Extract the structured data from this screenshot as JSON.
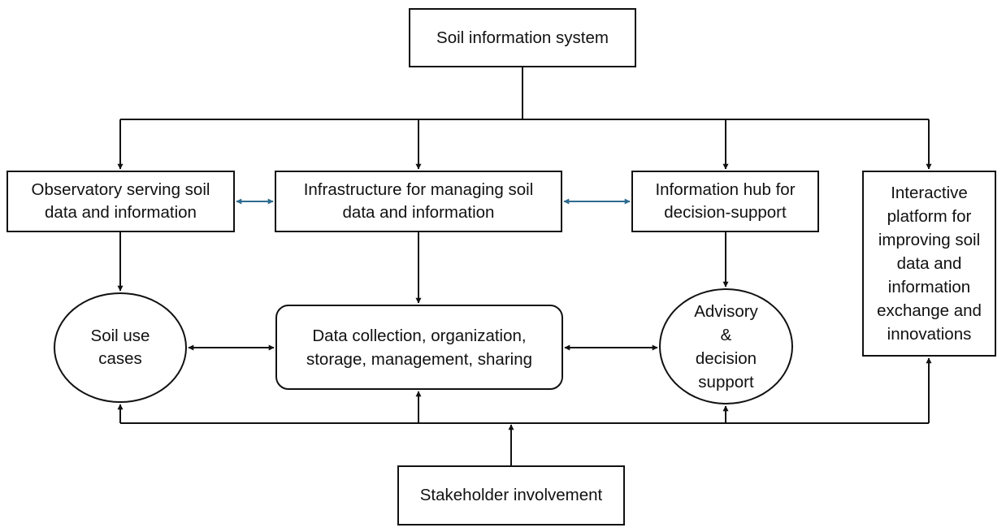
{
  "nodes": {
    "soil_information_system": "Soil information system",
    "observatory": "Observatory serving soil\ndata and information",
    "infrastructure": "Infrastructure for managing soil\ndata and  information",
    "information_hub": "Information hub for\ndecision-support",
    "interactive_platform": "Interactive\nplatform for\nimproving soil\ndata and\ninformation\nexchange and\ninnovations",
    "soil_use_cases": "Soil use\ncases",
    "data_collection": "Data collection, organization,\nstorage, management, sharing",
    "advisory": "Advisory\n&\ndecision\nsupport",
    "stakeholder": "Stakeholder involvement"
  },
  "colors": {
    "line": "#111111",
    "accent_arrow": "#2e6b8f",
    "box_fill": "#ffffff"
  }
}
